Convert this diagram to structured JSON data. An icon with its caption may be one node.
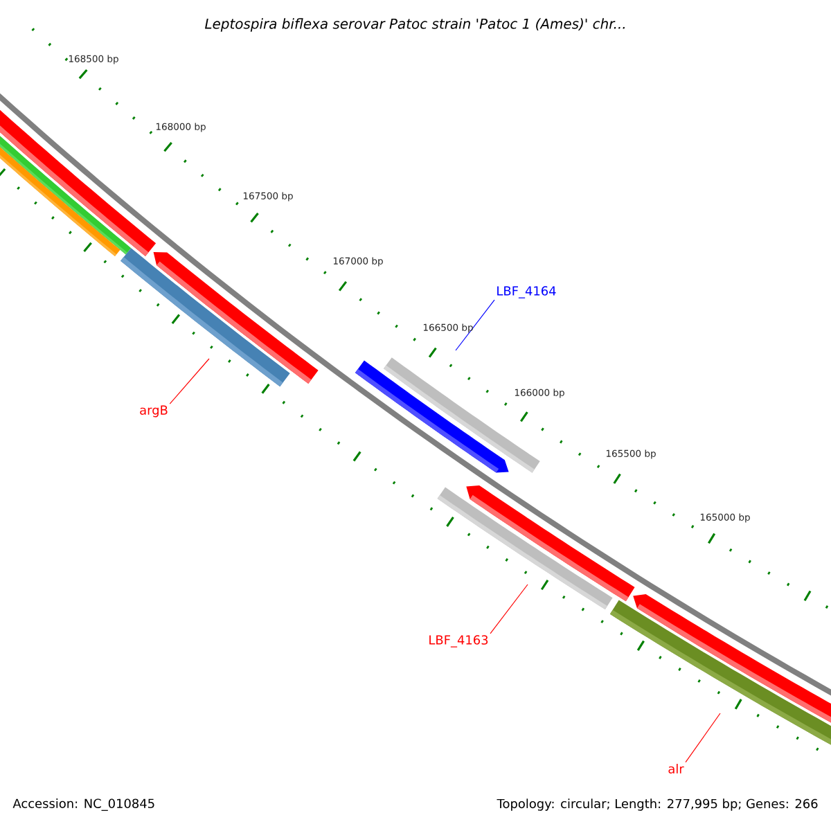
{
  "diagram": {
    "title": "Leptospira biflexa serovar Patoc strain 'Patoc 1 (Ames)' chr...",
    "nodes": [
      {
        "text": [
          "argB"
        ]
      },
      {
        "text": [
          "LBF_4164"
        ]
      },
      {
        "text": [
          "LBF_4163"
        ]
      },
      {
        "text": [
          "alr"
        ]
      }
    ],
    "edges": [
      {
        "from": 0,
        "to": null,
        "arrow": "none"
      },
      {
        "from": 1,
        "to": null,
        "arrow": "none",
        "color": "#0000ff"
      },
      {
        "from": 2,
        "to": null,
        "arrow": "none"
      },
      {
        "from": 3,
        "to": null,
        "arrow": "none"
      }
    ],
    "labels": [
      "168500 bp",
      "168000 bp",
      "167500 bp",
      "167000 bp",
      "166500 bp",
      "166000 bp",
      "165500 bp",
      "165000 bp",
      "Accession: NC_010845",
      "Topology: circular; Length: 277,995 bp; Genes: 266"
    ]
  }
}
